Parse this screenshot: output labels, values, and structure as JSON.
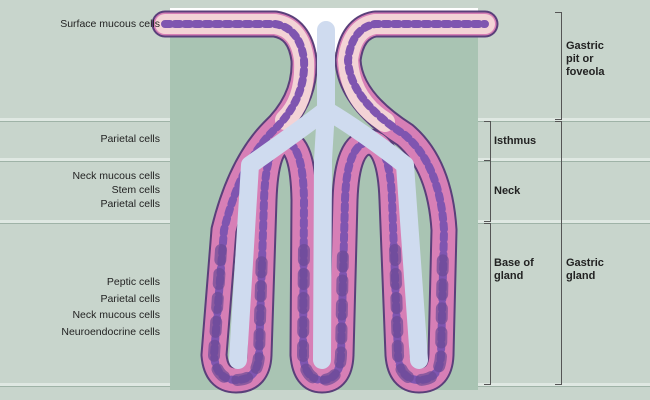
{
  "left_labels": {
    "surface_mucous": "Surface mucous cells",
    "parietal_isthmus": "Parietal cells",
    "neck_mucous": "Neck mucous cells",
    "stem": "Stem cells",
    "parietal_neck": "Parietal cells",
    "peptic": "Peptic cells",
    "parietal_base": "Parietal cells",
    "neck_mucous_base": "Neck mucous cells",
    "neuroendocrine": "Neuroendocrine cells"
  },
  "right_labels": {
    "pit_line1": "Gastric",
    "pit_line2": "pit or",
    "pit_line3": "foveola",
    "isthmus": "Isthmus",
    "neck": "Neck",
    "base_line1": "Base of",
    "base_line2": "gland",
    "gland_line1": "Gastric",
    "gland_line2": "gland"
  },
  "colors": {
    "stroma": "#a9c4b3",
    "epithelium": "#d77fb6",
    "wall_outline": "#5a3f7a",
    "nuclei": "#7f55b0",
    "lumen": "#cfdbef"
  }
}
